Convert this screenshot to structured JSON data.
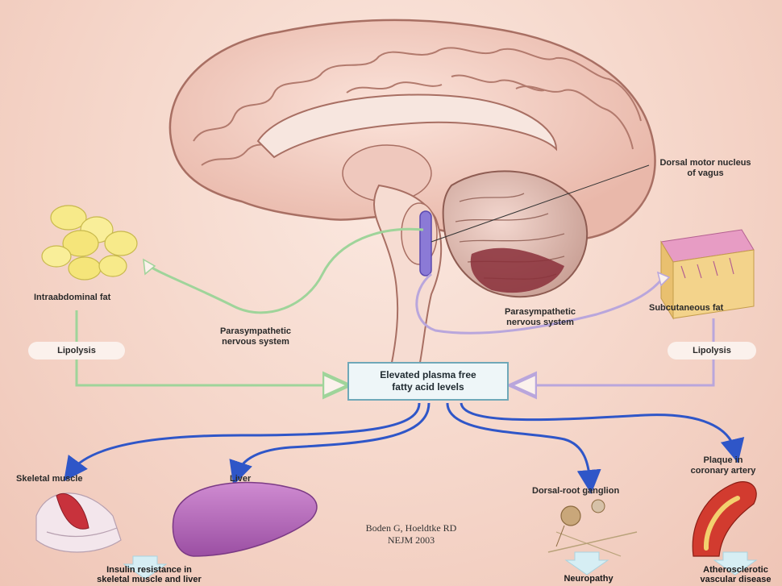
{
  "labels": {
    "dorsal_motor": "Dorsal motor nucleus\nof vagus",
    "intraabdominal_fat": "Intraabdominal fat",
    "subcutaneous_fat": "Subcutaneous fat",
    "lipolysis_left": "Lipolysis",
    "lipolysis_right": "Lipolysis",
    "parasympathetic_left": "Parasympathetic\nnervous system",
    "parasympathetic_right": "Parasympathetic\nnervous system",
    "center": "Elevated plasma free\nfatty acid levels",
    "skeletal_muscle": "Skeletal muscle",
    "liver": "Liver",
    "dorsal_root": "Dorsal-root ganglion",
    "plaque": "Plaque in\ncoronary artery"
  },
  "outcomes": {
    "insulin": "Insulin resistance in\nskeletal muscle and liver",
    "neuropathy": "Neuropathy",
    "atherosclerotic": "Atherosclerotic\nvascular disease"
  },
  "credit": "Boden G, Hoeldtke RD\nNEJM 2003",
  "colors": {
    "green_path": "#9fd49a",
    "purple_path": "#b9a6dc",
    "blue_arrow": "#2f56c8",
    "outcome_arrow": "#d6eef4",
    "brain": "#f4d3c8",
    "brain_outline": "#a86f63",
    "nucleus": "#8b7ad6"
  }
}
